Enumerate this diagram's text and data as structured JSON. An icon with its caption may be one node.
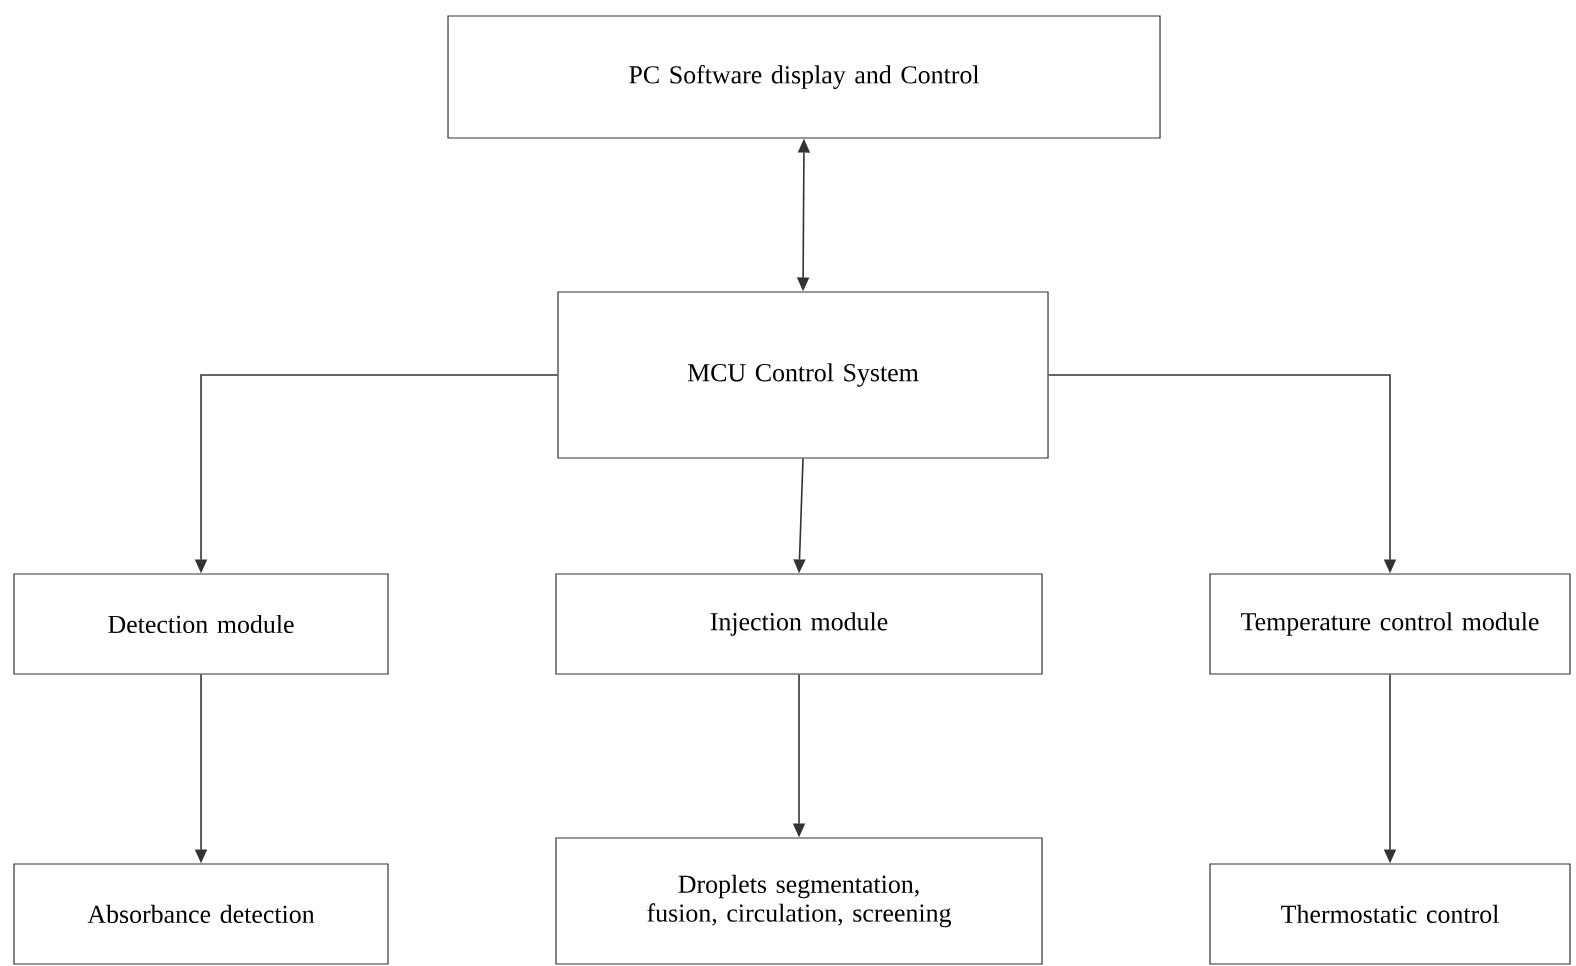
{
  "diagram": {
    "nodes": [
      {
        "text": [
          "PC Software display and Control"
        ]
      },
      {
        "text": [
          "MCU Control System"
        ]
      },
      {
        "text": [
          "Detection module"
        ]
      },
      {
        "text": [
          "Injection module"
        ]
      },
      {
        "text": [
          "Temperature control module"
        ]
      },
      {
        "text": [
          "Absorbance detection"
        ]
      },
      {
        "text": [
          "Droplets segmentation, fusion, circulation, screening"
        ]
      },
      {
        "text": [
          "Thermostatic control"
        ]
      }
    ],
    "edges": [
      {
        "from": 0,
        "to": 1,
        "arrow": "both"
      },
      {
        "from": 1,
        "to": 2,
        "arrow": "to"
      },
      {
        "from": 1,
        "to": 3,
        "arrow": "to"
      },
      {
        "from": 1,
        "to": 4,
        "arrow": "to"
      },
      {
        "from": 2,
        "to": 5,
        "arrow": "to"
      },
      {
        "from": 3,
        "to": 6,
        "arrow": "to"
      },
      {
        "from": 4,
        "to": 7,
        "arrow": "to"
      }
    ]
  }
}
